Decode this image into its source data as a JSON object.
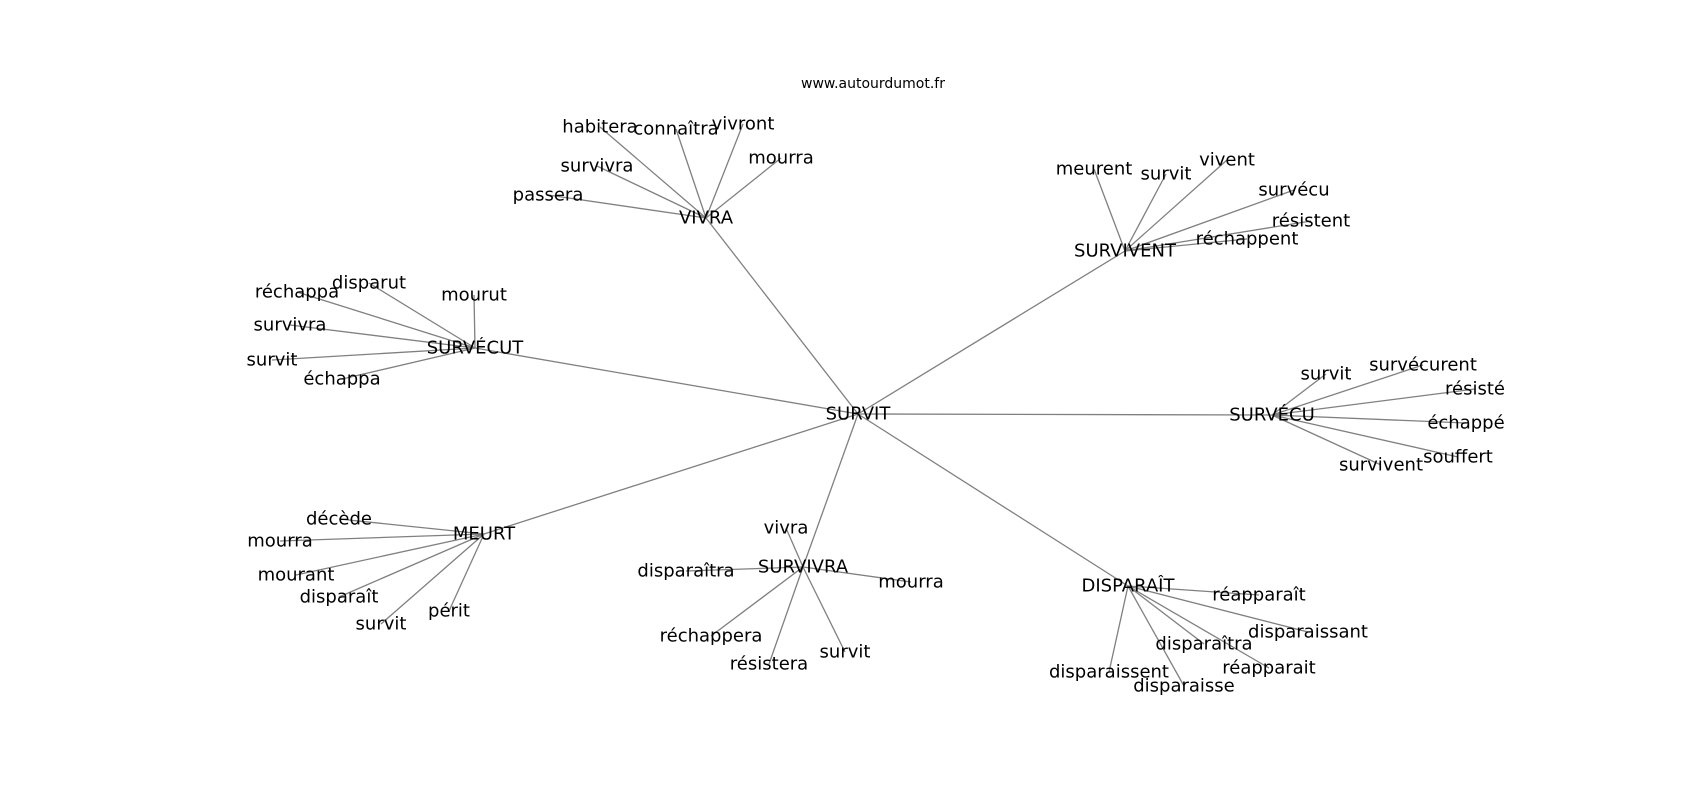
{
  "source": "www.autourdumot.fr",
  "graph": {
    "center": "SURVIT",
    "hubs": [
      {
        "key": "vivra",
        "label": "VIVRA",
        "words": [
          "passera",
          "survivra",
          "habitera",
          "connaîtra",
          "vivront",
          "mourra"
        ]
      },
      {
        "key": "survivent",
        "label": "SURVIVENT",
        "words": [
          "meurent",
          "survit",
          "vivent",
          "survécu",
          "résistent",
          "réchappent"
        ]
      },
      {
        "key": "survecut",
        "label": "SURVÉCUT",
        "words": [
          "réchappa",
          "disparut",
          "mourut",
          "survivra",
          "survit",
          "échappa"
        ]
      },
      {
        "key": "survecu",
        "label": "SURVÉCU",
        "words": [
          "survit",
          "survécurent",
          "résisté",
          "échappé",
          "souffert",
          "survivent"
        ]
      },
      {
        "key": "meurt",
        "label": "MEURT",
        "words": [
          "décède",
          "mourra",
          "mourant",
          "disparaît",
          "survit",
          "périt"
        ]
      },
      {
        "key": "survivra",
        "label": "SURVIVRA",
        "words": [
          "vivra",
          "disparaîtra",
          "mourra",
          "réchappera",
          "résistera",
          "survit"
        ]
      },
      {
        "key": "disparait",
        "label": "DISPARAÎT",
        "words": [
          "réapparaît",
          "disparaissant",
          "disparaîtra",
          "réapparait",
          "disparaissent",
          "disparaisse"
        ]
      }
    ]
  }
}
